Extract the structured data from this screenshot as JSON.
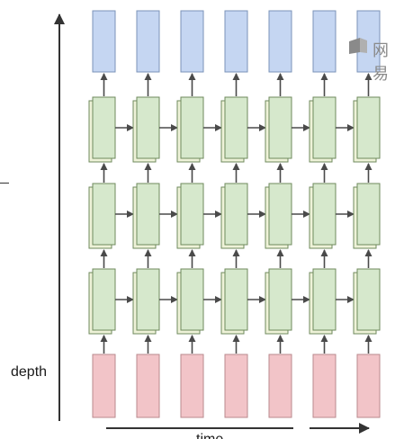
{
  "labels": {
    "depth": "depth",
    "time": "time"
  },
  "watermark": {
    "text": "网易",
    "icon": "netease-logo-icon"
  },
  "grid": {
    "columns": 7,
    "hidden_layers": 3
  },
  "colors": {
    "output_fill": "#c5d6f2",
    "output_stroke": "#7b93b8",
    "hidden_fill": "#d6e8cc",
    "hidden_shadow": "#eef2d8",
    "hidden_stroke": "#6f8a5c",
    "input_fill": "#f2c4c8",
    "input_stroke": "#b98a8e",
    "arrow": "#4a4a4a",
    "axis": "#333333"
  }
}
